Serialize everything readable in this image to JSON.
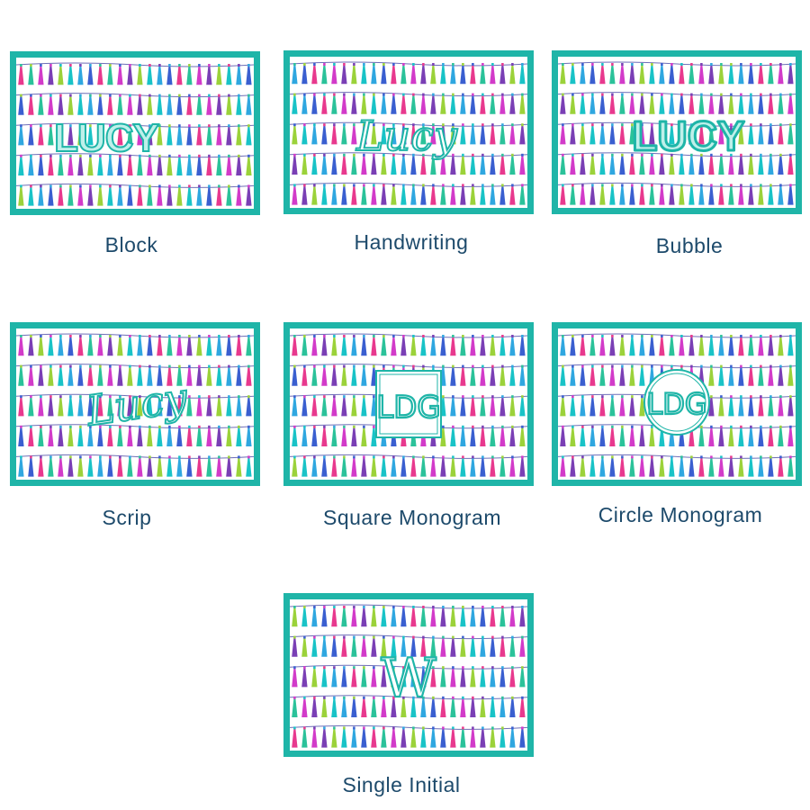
{
  "colors": {
    "border": "#1fb5a8",
    "caption": "#1d4a6b",
    "tassels": [
      "#e8398e",
      "#7a3fb5",
      "#2fa7e0",
      "#2bc29a",
      "#9bd23a",
      "#3a5fd0",
      "#d23bc9",
      "#19c3c7"
    ]
  },
  "options": [
    {
      "id": "block",
      "label": "Block",
      "preview": {
        "style": "block",
        "text": "LUCY"
      }
    },
    {
      "id": "handwriting",
      "label": "Handwriting",
      "preview": {
        "style": "handwriting",
        "text": "Lucy"
      }
    },
    {
      "id": "bubble",
      "label": "Bubble",
      "preview": {
        "style": "bubble",
        "text": "LUCY"
      }
    },
    {
      "id": "scrip",
      "label": "Scrip",
      "preview": {
        "style": "scrip",
        "text": "Lucy"
      }
    },
    {
      "id": "square-monogram",
      "label": "Square Monogram",
      "preview": {
        "style": "square",
        "text": "LDG"
      }
    },
    {
      "id": "circle-monogram",
      "label": "Circle Monogram",
      "preview": {
        "style": "circle",
        "text": "LDG"
      }
    },
    {
      "id": "single-initial",
      "label": "Single Initial",
      "preview": {
        "style": "initial",
        "text": "W"
      }
    }
  ]
}
